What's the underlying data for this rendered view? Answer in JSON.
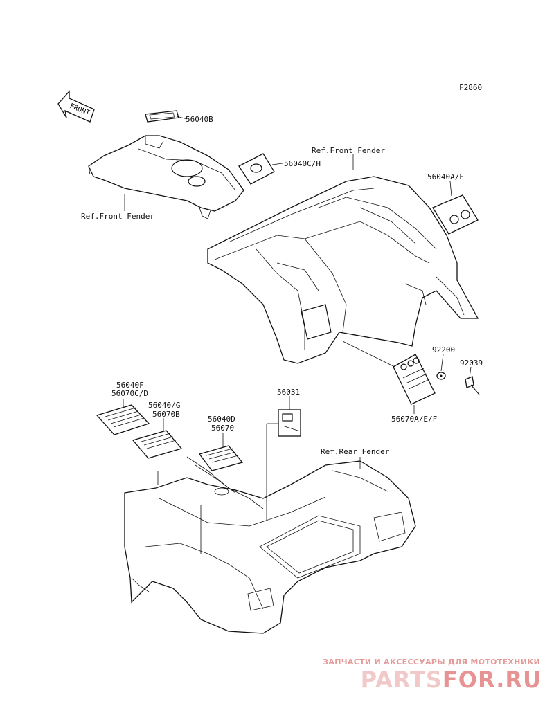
{
  "figure_code": "F2860",
  "front_arrow": "FRONT",
  "labels": {
    "p56040B": "56040B",
    "p56040CH": "56040C/H",
    "ref_front_fender_top": "Ref.Front Fender",
    "ref_front_fender_left": "Ref.Front Fender",
    "p56040AE": "56040A/E",
    "p92200": "92200",
    "p92039": "92039",
    "p56070AEF": "56070A/E/F",
    "p56040F": "56040F",
    "p56070CD": "56070C/D",
    "p56040G": "56040/G",
    "p56070B": "56070B",
    "p56031": "56031",
    "p56040D": "56040D",
    "p56070": "56070",
    "ref_rear_fender": "Ref.Rear Fender"
  },
  "watermark": {
    "tagline": "ЗАПЧАСТИ И АКСЕССУАРЫ ДЛЯ МОТОТЕХНИКИ",
    "logo_part1": "PARTS",
    "logo_part2": "FOR.RU"
  }
}
